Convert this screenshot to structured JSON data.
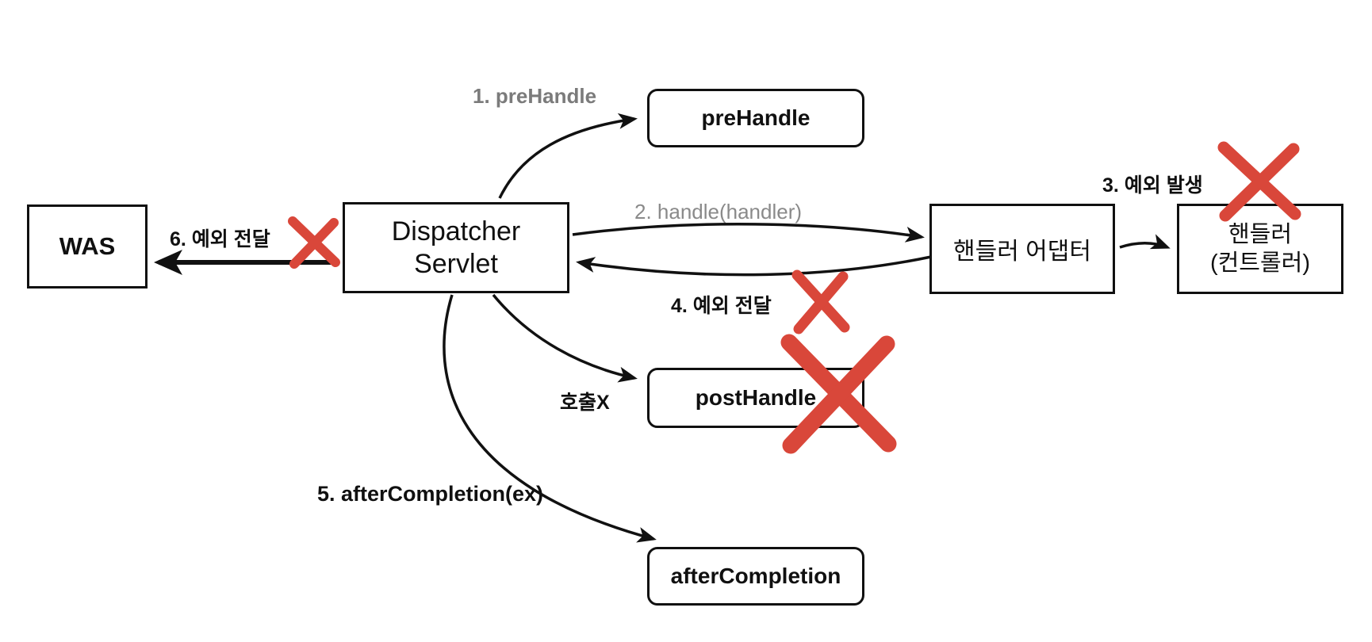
{
  "diagram": {
    "boxes": {
      "was": {
        "label": "WAS"
      },
      "dispatcher": {
        "line1": "Dispatcher",
        "line2": "Servlet"
      },
      "prehandle": {
        "label": "preHandle"
      },
      "posthandle": {
        "label": "postHandle"
      },
      "aftercompletion": {
        "label": "afterCompletion"
      },
      "handler_adapter": {
        "label": "핸들러 어댑터"
      },
      "handler": {
        "line1": "핸들러",
        "line2": "(컨트롤러)"
      }
    },
    "labels": {
      "step1": "1. preHandle",
      "step2": "2. handle(handler)",
      "step3": "3. 예외 발생",
      "step4": "4. 예외 전달",
      "step5": "5. afterCompletion(ex)",
      "step6": "6. 예외 전달",
      "no_call": "호출X"
    },
    "colors": {
      "x_mark": "#d9473a",
      "gray_label": "#7b7b7b",
      "line": "#111111",
      "background": "#ffffff"
    }
  }
}
